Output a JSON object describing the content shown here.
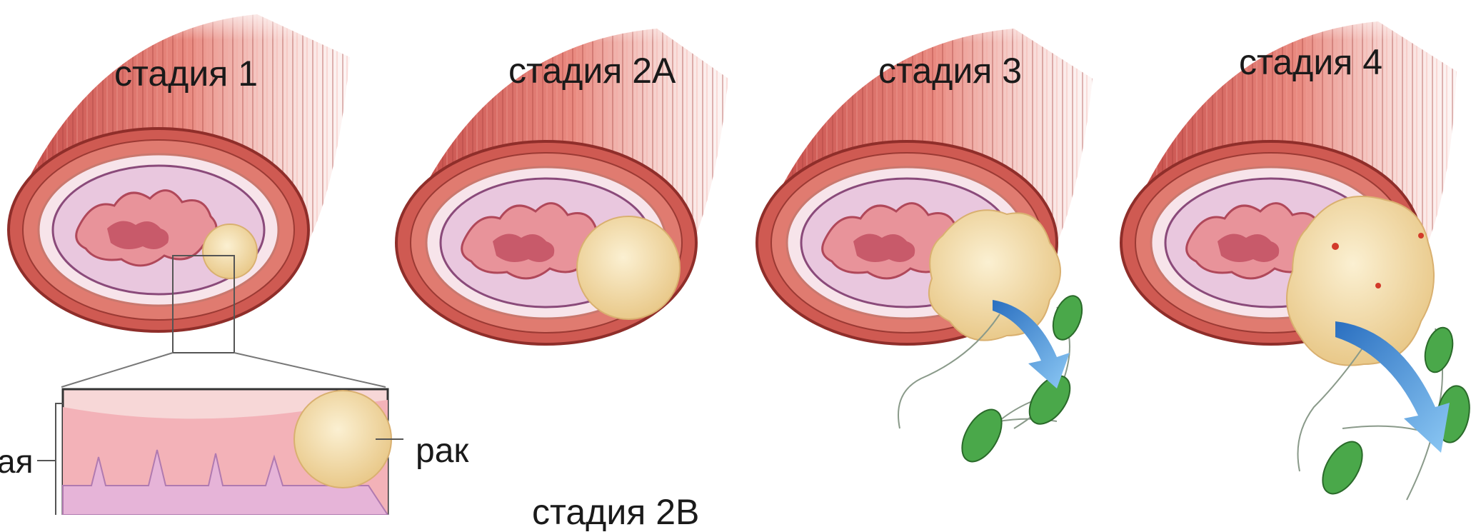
{
  "labels": {
    "stage1": "стадия 1",
    "stage2a": "стадия 2А",
    "stage3": "стадия 3",
    "stage4": "стадия 4",
    "stage2b": "стадия 2В",
    "cancer": "рак",
    "layer_fragment": "ая"
  },
  "colors": {
    "muscle": "#d8605c",
    "muscle_dark": "#a83a34",
    "inner_lining": "#f2d8e8",
    "mucosa": "#e08a90",
    "tumor": "#f5e2b2",
    "lymph_node": "#3a9a3a",
    "arrow": "#3a8fd8"
  }
}
